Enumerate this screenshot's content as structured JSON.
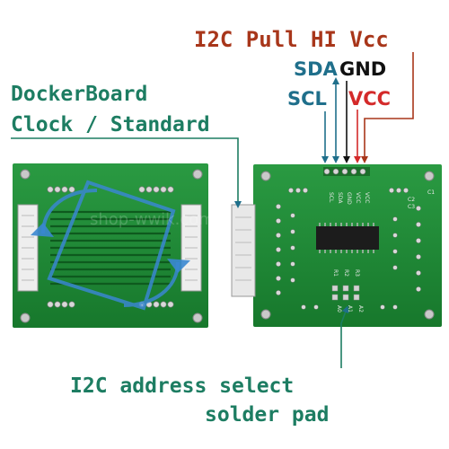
{
  "labels": {
    "pullup": "I2C Pull HI Vcc",
    "sda": "SDA",
    "gnd": "GND",
    "scl": "SCL",
    "vcc": "VCC",
    "board_line1": "DockerBoard",
    "board_line2": "Clock / Standard",
    "addr_line1": "I2C address select",
    "addr_line2": "solder pad"
  },
  "silkscreen": {
    "pins": [
      "SCL",
      "SDA",
      "GND",
      "VCC",
      "VCC"
    ],
    "r_codes": [
      "R1",
      "R2",
      "R3"
    ],
    "c_codes": [
      "C1",
      "C2",
      "C3"
    ],
    "pad_codes": [
      "A0",
      "A1",
      "A2"
    ]
  },
  "watermark": "shop-wwik.com",
  "colors": {
    "pullup": "#a8361a",
    "signal": "#1f6f8b",
    "gnd": "#111111",
    "vcc": "#d42a2a",
    "note": "#1d7d62",
    "pcb": "#1f8a35",
    "pcb_dark": "#136b27",
    "rotate_arrow": "#3a87d0"
  }
}
